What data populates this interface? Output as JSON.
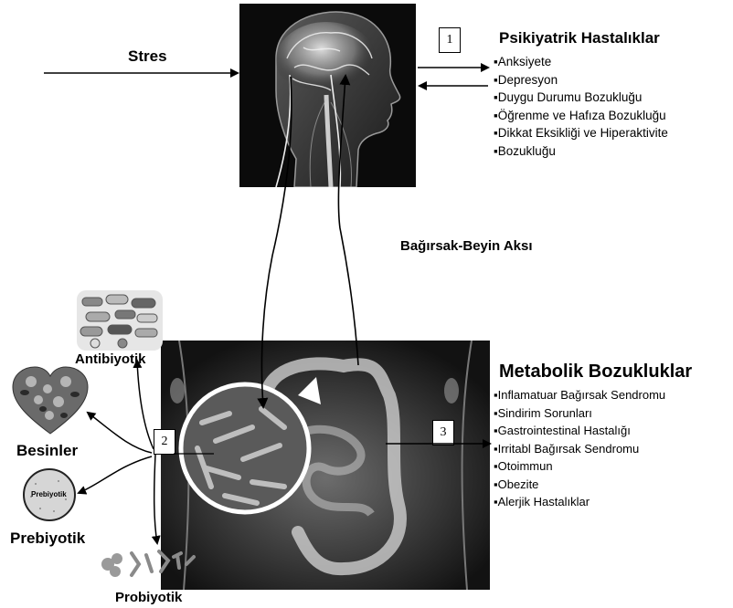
{
  "stress_label": "Stres",
  "axis_label": "Bağırsak-Beyin Aksı",
  "numbers": {
    "one": "1",
    "two": "2",
    "three": "3"
  },
  "psychiatric": {
    "title": "Psikiyatrik Hastalıklar",
    "items": [
      "▪Anksiyete",
      "▪Depresyon",
      "▪Duygu Durumu Bozukluğu",
      "▪Öğrenme ve Hafıza Bozukluğu",
      "▪Dikkat Eksikliği ve Hiperaktivite",
      "▪Bozukluğu"
    ]
  },
  "metabolic": {
    "title": "Metabolik Bozukluklar",
    "items": [
      "▪Inflamatuar Bağırsak Sendromu",
      "▪Sindirim Sorunları",
      "▪Gastrointestinal Hastalığı",
      "▪Irritabl Bağırsak Sendromu",
      "▪Otoimmun",
      "▪Obezite",
      "▪Alerjik Hastalıklar"
    ]
  },
  "factors": {
    "antibiotic": "Antibiyotik",
    "foods": "Besinler",
    "prebiotic": "Prebiyotik",
    "prebiotic_dish": "Prebiyotik",
    "probiotic": "Probiyotik"
  },
  "colors": {
    "panel_bg": "#0b0b0b",
    "anatomy": "#d8d8d8",
    "accent_white": "#ffffff"
  }
}
